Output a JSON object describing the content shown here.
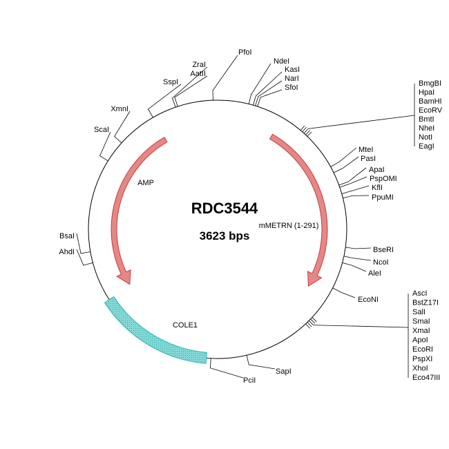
{
  "plasmid": {
    "name": "RDC3544",
    "size_label": "3623 bps",
    "length_bp": 3623
  },
  "colors": {
    "backbone": "#000000",
    "cds_fill": "#e58787",
    "cds_stroke": "#c83c3c",
    "origin_fill": "#86d9d6",
    "origin_stroke": "#2fb3b0"
  },
  "features": [
    {
      "label": "AMP",
      "type": "cds",
      "start_deg": 330,
      "end_deg": 238,
      "direction": "ccw"
    },
    {
      "label": "mMETRN (1-291)",
      "type": "cds",
      "start_deg": 30,
      "end_deg": 122,
      "direction": "cw"
    },
    {
      "label": "COLE1",
      "type": "origin",
      "start_deg": 185,
      "end_deg": 237
    }
  ],
  "sites": [
    {
      "label": "PfoI",
      "deg": 358
    },
    {
      "label": "NdeI",
      "deg": 14
    },
    {
      "label": "KasI",
      "deg": 16
    },
    {
      "label": "NarI",
      "deg": 17
    },
    {
      "label": "SfoI",
      "deg": 18
    },
    {
      "label": "ZraI",
      "deg": 341
    },
    {
      "label": "AatII",
      "deg": 342
    },
    {
      "label": "SspI",
      "deg": 330
    },
    {
      "label": "XmnI",
      "deg": 312
    },
    {
      "label": "ScaI",
      "deg": 302
    },
    {
      "label": "BsaI",
      "deg": 260
    },
    {
      "label": "AhdI",
      "deg": 255
    },
    {
      "label": "MteI",
      "deg": 61
    },
    {
      "label": "PasI",
      "deg": 64
    },
    {
      "label": "ApaI",
      "deg": 70
    },
    {
      "label": "PspOMI",
      "deg": 71
    },
    {
      "label": "KflI",
      "deg": 74
    },
    {
      "label": "PpuMI",
      "deg": 76
    },
    {
      "label": "BseRI",
      "deg": 98
    },
    {
      "label": "NcoI",
      "deg": 102
    },
    {
      "label": "AleI",
      "deg": 105
    },
    {
      "label": "EcoNI",
      "deg": 117
    },
    {
      "label": "SapI",
      "deg": 167
    },
    {
      "label": "PciI",
      "deg": 183
    }
  ],
  "cluster_top": {
    "deg_start": 40,
    "deg_end": 44,
    "labels": [
      "BmgBI",
      "HpaI",
      "BamHI",
      "EcoRV",
      "BmtI",
      "NheI",
      "NotI",
      "EagI"
    ]
  },
  "cluster_bottom": {
    "deg_start": 133,
    "deg_end": 137,
    "labels": [
      "AscI",
      "BstZ17I",
      "SalI",
      "SmaI",
      "XmaI",
      "ApoI",
      "EcoRI",
      "PspXI",
      "XhoI",
      "Eco47III"
    ]
  }
}
